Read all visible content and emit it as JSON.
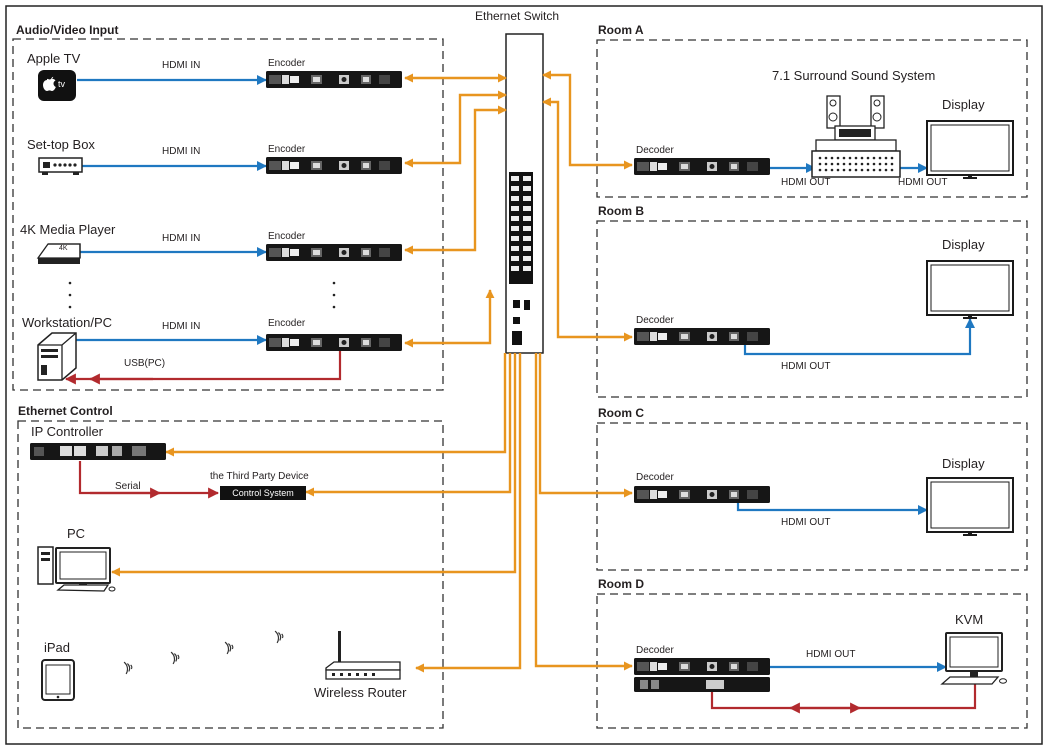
{
  "sections": {
    "av_input": "Audio/Video Input",
    "eth_control": "Ethernet Control",
    "room_a": "Room A",
    "room_b": "Room B",
    "room_c": "Room C",
    "room_d": "Room D"
  },
  "switch_label": "Ethernet Switch",
  "sources": [
    "Apple TV",
    "Set-top Box",
    "4K Media Player",
    "Workstation/PC"
  ],
  "apple_tv_badge": "tv",
  "media_player_badge": "4K",
  "hdmi_in": "HDMI IN",
  "encoder": "Encoder",
  "usb": "USB(PC)",
  "ip_controller": "IP Controller",
  "serial": "Serial",
  "third_party": "the Third Party Device",
  "control_system": "Control System",
  "pc": "PC",
  "ipad": "iPad",
  "wireless_router": "Wireless Router",
  "decoder": "Decoder",
  "hdmi_out": "HDMI OUT",
  "surround": "7.1 Surround Sound System",
  "display": "Display",
  "kvm": "KVM",
  "colors": {
    "ethernet": "#e8951f",
    "hdmi": "#1f78c1",
    "usb_serial": "#b22a2e",
    "frame": "#222222"
  }
}
